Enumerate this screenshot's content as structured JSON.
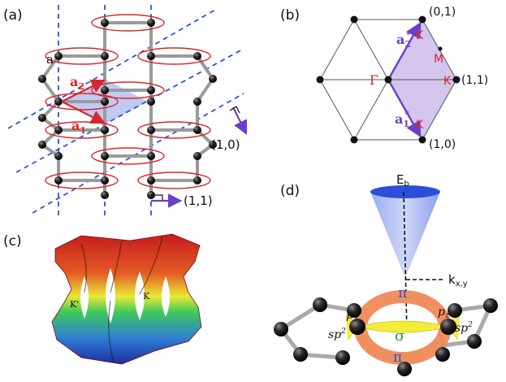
{
  "panels": {
    "a": {
      "tag": "(a)",
      "atom_label": "a",
      "vec1": "a",
      "vec1_sub": "1",
      "vec2": "a",
      "vec2_sub": "2",
      "dir10": "(1,0)",
      "dir11": "(1,1)"
    },
    "b": {
      "tag": "(b)",
      "pt01": "(0,1)",
      "pt11": "(1,1)",
      "pt10": "(1,0)",
      "gamma": "Γ",
      "k_top": "K",
      "k_right": "K",
      "k_bottom": "K",
      "m": "M",
      "b2": "a",
      "b2_sub": "2",
      "b2_sup": "*",
      "b1": "a",
      "b1_sub": "1",
      "b1_sup": "*"
    },
    "c": {
      "tag": "(c)",
      "kprime": "K'",
      "k": "K"
    },
    "d": {
      "tag": "(d)",
      "eb": "E",
      "eb_sub": "b",
      "kxy": "k",
      "kxy_sub": "x,y",
      "pi_top": "π",
      "pi_bottom": "π",
      "sigma": "σ",
      "pz_left": "p",
      "pz_left_sub": "z",
      "pz_right": "p",
      "pz_right_sub": "z",
      "sp2_left": "sp",
      "sp2_left_sup": "2",
      "sp2_right": "sp",
      "sp2_right_sup": "2"
    }
  },
  "colors": {
    "dash_blue": "#2a55d8",
    "ring_red": "#d9262a",
    "arrow_purple": "#6a3fc9",
    "cell_fill": "#a9b8ee",
    "bz_fill": "#cdbbe9",
    "k_red": "#d9262a",
    "cone_blue": "#2b4fd6",
    "pi_orange": "#f08a55",
    "sigma_yellow": "#f4ec3a",
    "sigma_green": "#2f9a2f"
  }
}
